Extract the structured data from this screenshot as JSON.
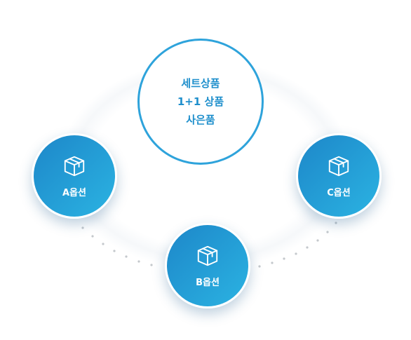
{
  "center": {
    "lines": [
      "세트상품",
      "1+1 상품",
      "사은품"
    ]
  },
  "options": [
    {
      "label": "A옵션",
      "icon": "box-icon"
    },
    {
      "label": "B옵션",
      "icon": "box-icon"
    },
    {
      "label": "C옵션",
      "icon": "box-icon"
    }
  ],
  "colors": {
    "accent": "#2ea3db",
    "gradient_start": "#1d87c9",
    "gradient_end": "#2bb3e2",
    "text_on_accent": "#ffffff"
  }
}
